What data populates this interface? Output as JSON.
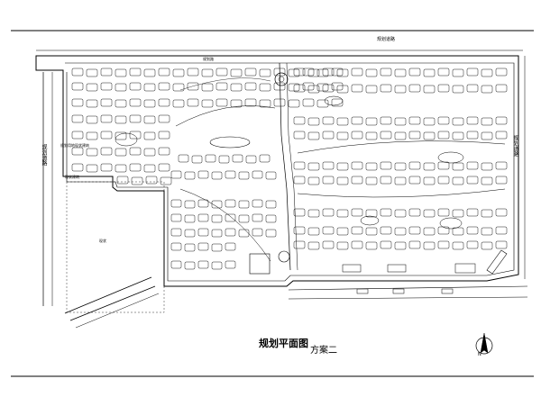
{
  "drawing": {
    "title": "规划平面图",
    "scheme": "方案二",
    "road_top": "规划道路",
    "road_west": "规划道路",
    "road_east": "规划道路",
    "block_label_1": "规划用地现状建筑",
    "block_label_2": "现状建筑",
    "block_label_3": "现状",
    "block_label_4": "规划路",
    "north_label": "N"
  },
  "colors": {
    "line": "#000000",
    "paper": "#ffffff"
  },
  "icons": {
    "north_arrow": "north-arrow-icon"
  }
}
